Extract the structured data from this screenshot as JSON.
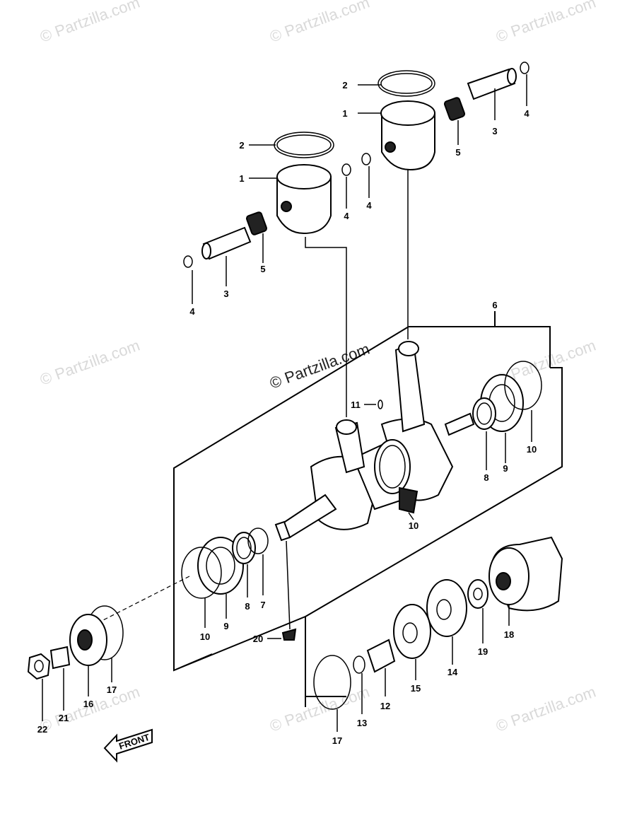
{
  "watermark": "© Partzilla.com",
  "front_label": "FRONT",
  "callouts": {
    "c1a": "1",
    "c1b": "1",
    "c2a": "2",
    "c2b": "2",
    "c3a": "3",
    "c3b": "3",
    "c4a": "4",
    "c4b": "4",
    "c4c": "4",
    "c4d": "4",
    "c5a": "5",
    "c5b": "5",
    "c6": "6",
    "c7": "7",
    "c8a": "8",
    "c8b": "8",
    "c9a": "9",
    "c9b": "9",
    "c10a": "10",
    "c10b": "10",
    "c10c": "10",
    "c11": "11",
    "c12": "12",
    "c13": "13",
    "c14": "14",
    "c15": "15",
    "c16": "16",
    "c17a": "17",
    "c17b": "17",
    "c18": "18",
    "c19": "19",
    "c20": "20",
    "c21": "21",
    "c22": "22"
  }
}
